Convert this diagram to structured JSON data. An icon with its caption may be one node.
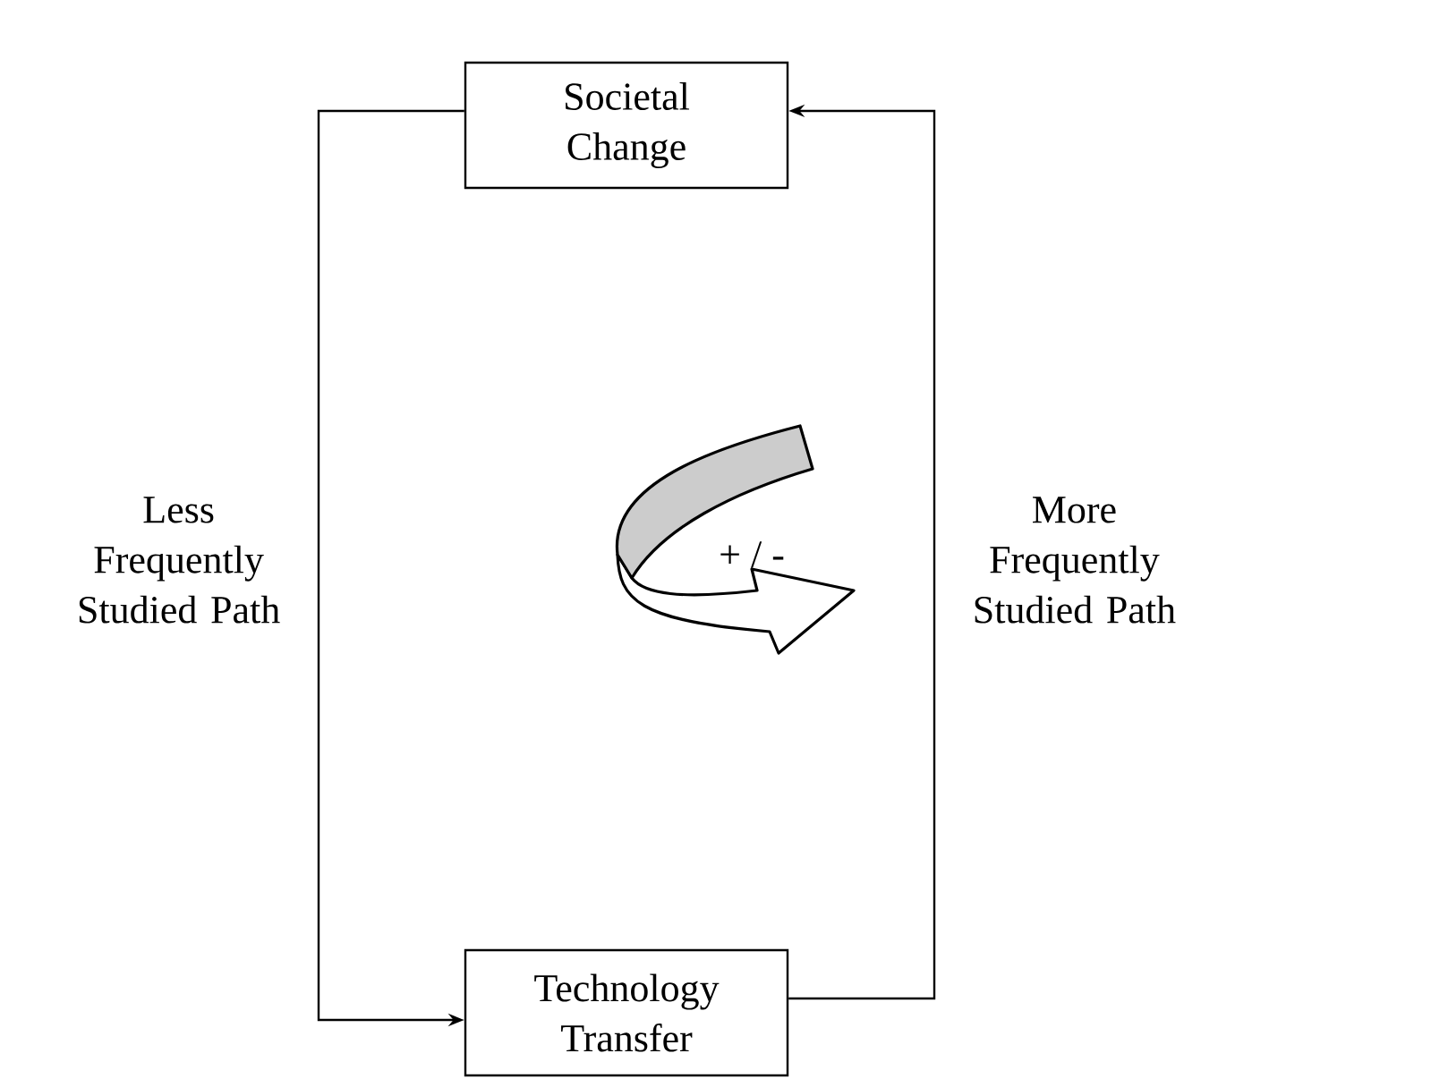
{
  "diagram": {
    "nodes": [
      {
        "text": [
          "Societal Change"
        ]
      },
      {
        "text": [
          "Technology Transfer"
        ]
      }
    ],
    "edges": [
      {
        "from": 0,
        "to": 1,
        "arrow": "to",
        "label": "Less Frequently Studied Path"
      },
      {
        "from": 1,
        "to": 0,
        "arrow": "to",
        "label": "More Frequently Studied Path"
      }
    ],
    "labels": [
      "+ / -"
    ]
  }
}
